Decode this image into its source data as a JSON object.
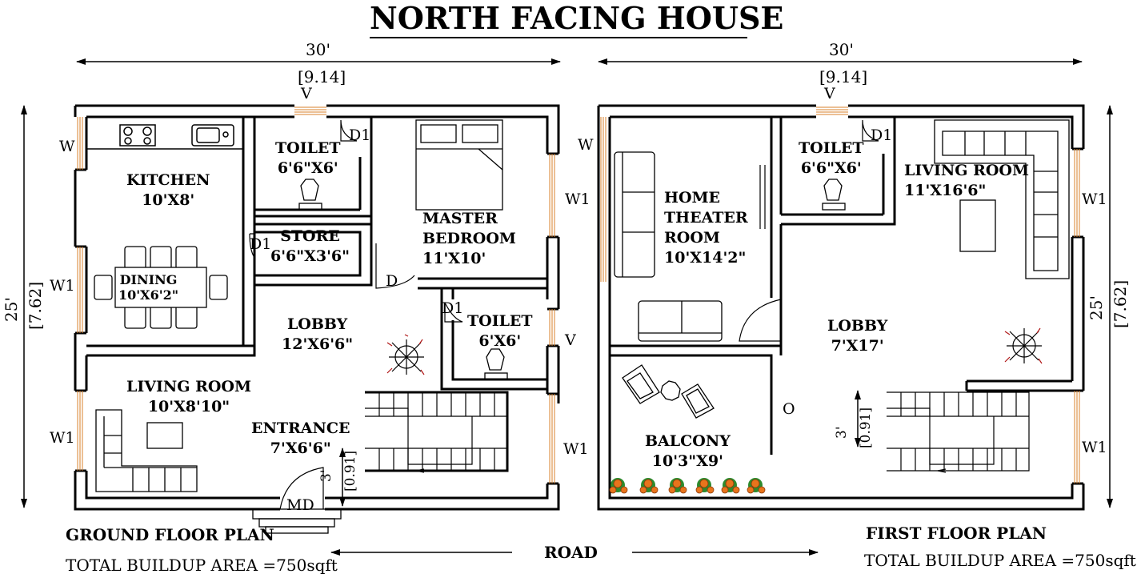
{
  "title": "NORTH FACING HOUSE",
  "dimensions": {
    "width_ft": "30'",
    "width_m": "[9.14]",
    "depth_ft": "25'",
    "depth_m": "[7.62]",
    "stair_ft": "3'",
    "stair_m": "[0.91]"
  },
  "labels": {
    "window": "W",
    "window1": "W1",
    "ventilator": "V",
    "door": "D",
    "door1": "D1",
    "main_door": "MD",
    "opening": "O"
  },
  "ground_floor": {
    "plan_title": "GROUND FLOOR PLAN",
    "total_area": "TOTAL BUILDUP AREA =750sqft",
    "rooms": {
      "kitchen": {
        "name": "KITCHEN",
        "size": "10'X8'"
      },
      "toilet1": {
        "name": "TOILET",
        "size": "6'6\"X6'"
      },
      "store": {
        "name": "STORE",
        "size": "6'6\"X3'6\""
      },
      "master_bedroom": {
        "name1": "MASTER",
        "name2": "BEDROOM",
        "size": "11'X10'"
      },
      "dining": {
        "name": "DINING",
        "size": "10'X6'2\""
      },
      "lobby": {
        "name": "LOBBY",
        "size": "12'X6'6\""
      },
      "toilet2": {
        "name": "TOILET",
        "size": "6'X6'"
      },
      "living_room": {
        "name": "LIVING ROOM",
        "size": "10'X8'10\""
      },
      "entrance": {
        "name": "ENTRANCE",
        "size": "7'X6'6\""
      }
    }
  },
  "first_floor": {
    "plan_title": "FIRST FLOOR PLAN",
    "total_area": "TOTAL BUILDUP AREA =750sqft",
    "rooms": {
      "home_theater": {
        "name1": "HOME",
        "name2": "THEATER",
        "name3": "ROOM",
        "size": "10'X14'2\""
      },
      "toilet": {
        "name": "TOILET",
        "size": "6'6\"X6'"
      },
      "living_room": {
        "name": "LIVING ROOM",
        "size": "11'X16'6\""
      },
      "lobby": {
        "name": "LOBBY",
        "size": "7'X17'"
      },
      "balcony": {
        "name": "BALCONY",
        "size": "10'3\"X9'"
      }
    }
  },
  "road": "ROAD",
  "colors": {
    "wall": "#000000",
    "window_frame": "#d9822b",
    "compass_red": "#b01515",
    "flower_orange": "#e8741c",
    "leaf_green": "#2e8b2e"
  }
}
